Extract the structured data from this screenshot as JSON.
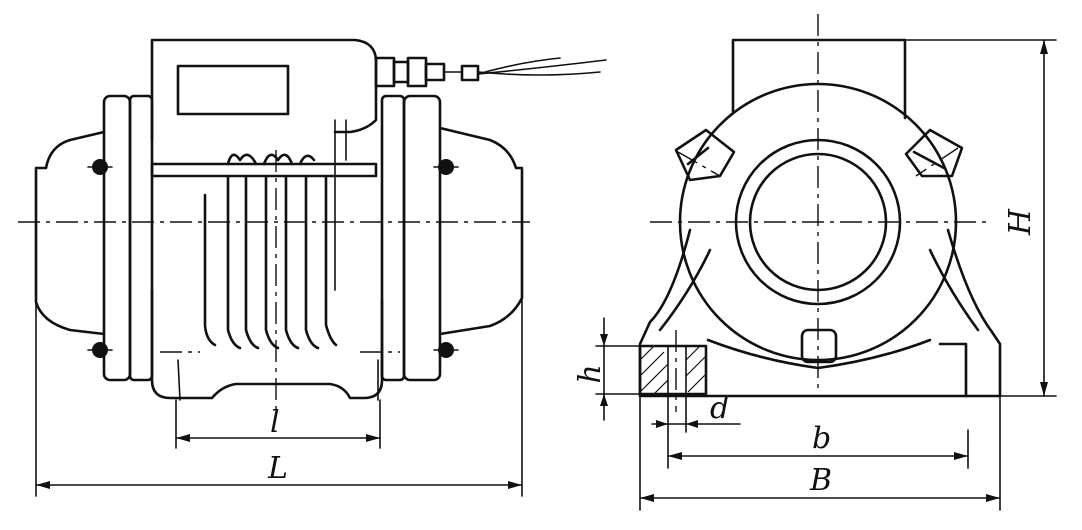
{
  "labels": {
    "l": "l",
    "L": "L",
    "H": "H",
    "h": "h",
    "d": "d",
    "b": "b",
    "B": "B"
  }
}
